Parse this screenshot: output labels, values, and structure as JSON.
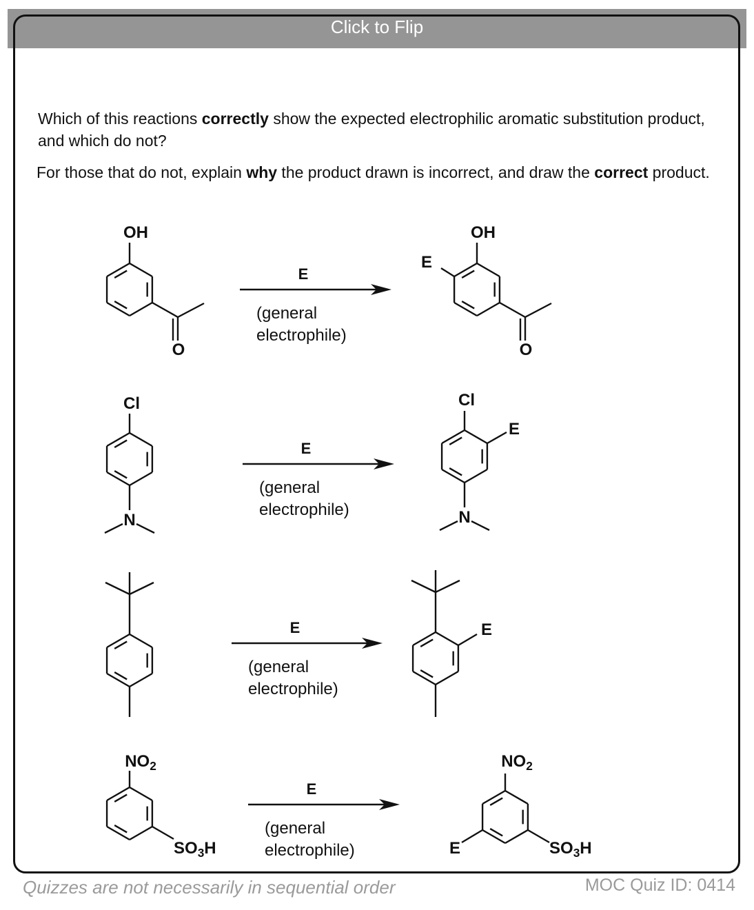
{
  "flip_button": {
    "label": "Click to Flip",
    "bar_color": "#959595"
  },
  "question": {
    "line1_a": "Which of this reactions ",
    "line1_bold": "correctly",
    "line1_b": " show the expected electrophilic aromatic substitution product, and which do not?",
    "line2_a": "For those that do not, explain ",
    "line2_bold1": "why",
    "line2_b": " the product drawn is incorrect, and draw the ",
    "line2_bold2": "correct",
    "line2_c": " product."
  },
  "reagent": {
    "electrophile": "E",
    "charge": "+",
    "condition_line1": "(general",
    "condition_line2": "electrophile)"
  },
  "labels": {
    "oh": "OH",
    "o": "O",
    "e": "E",
    "cl": "Cl",
    "n": "N",
    "no2": "NO",
    "no2_sub": "2",
    "so3h_a": "SO",
    "so3h_sub": "3",
    "so3h_b": "H"
  },
  "footer": {
    "disclaimer": "Quizzes are not necessarily in sequential order",
    "quiz_id": "MOC Quiz ID: 0414"
  }
}
